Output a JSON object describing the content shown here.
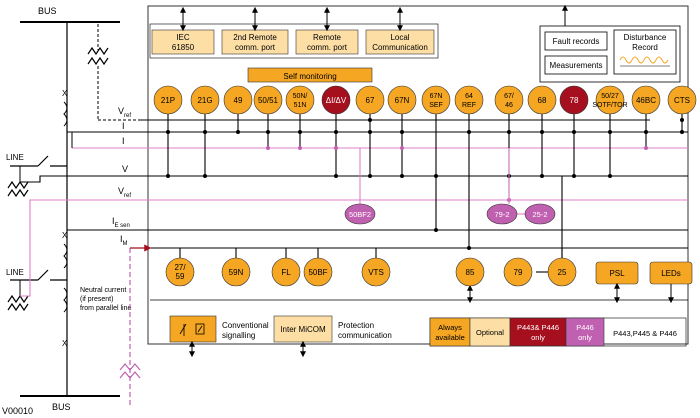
{
  "labels": {
    "bus_top": "BUS",
    "bus_bottom": "BUS",
    "line_1": "LINE",
    "line_2": "LINE",
    "x_mark": "X",
    "v_ref": "V",
    "v_ref_sub": "ref",
    "i": "I",
    "v": "V",
    "ie_sen": "I",
    "ie_sen_sub": "E sen",
    "im": "I",
    "im_sub": "M",
    "neutral_1": "Neutral current",
    "neutral_2": "(if present)",
    "neutral_3": "from parallel line",
    "figure_id": "V00010"
  },
  "comm_boxes": [
    {
      "lines": [
        "IEC",
        "61850"
      ]
    },
    {
      "lines": [
        "2nd Remote",
        "comm. port"
      ]
    },
    {
      "lines": [
        "Remote",
        "comm. port"
      ]
    },
    {
      "lines": [
        "Local",
        "Communication"
      ]
    }
  ],
  "self_monitoring": "Self monitoring",
  "top_right_boxes": {
    "fault_records": "Fault records",
    "measurements": "Measurements",
    "disturbance_1": "Disturbance",
    "disturbance_2": "Record"
  },
  "top_functions": [
    {
      "lines": [
        "21P"
      ],
      "color": "#F5A623"
    },
    {
      "lines": [
        "21G"
      ],
      "color": "#F5A623"
    },
    {
      "lines": [
        "49"
      ],
      "color": "#F5A623"
    },
    {
      "lines": [
        "50/51"
      ],
      "color": "#F5A623"
    },
    {
      "lines": [
        "50N/",
        "51N"
      ],
      "color": "#F5A623"
    },
    {
      "lines": [
        "ΔI/ΔV"
      ],
      "color": "#A50F1E"
    },
    {
      "lines": [
        "67"
      ],
      "color": "#F5A623"
    },
    {
      "lines": [
        "67N"
      ],
      "color": "#F5A623"
    },
    {
      "lines": [
        "67N",
        "SEF"
      ],
      "color": "#F5A623"
    },
    {
      "lines": [
        "64",
        "REF"
      ],
      "color": "#F5A623"
    },
    {
      "lines": [
        "67/",
        "46"
      ],
      "color": "#F5A623"
    },
    {
      "lines": [
        "68"
      ],
      "color": "#F5A623"
    },
    {
      "lines": [
        "78"
      ],
      "color": "#A50F1E"
    },
    {
      "lines": [
        "50/27",
        "SOTF/TOR"
      ],
      "color": "#F5A623"
    },
    {
      "lines": [
        "46BC"
      ],
      "color": "#F5A623"
    },
    {
      "lines": [
        "CTS"
      ],
      "color": "#F5A623"
    }
  ],
  "mid_functions": [
    {
      "label": "50BF2",
      "color": "#C060B0"
    },
    {
      "label": "79-2",
      "color": "#C060B0"
    },
    {
      "label": "25-2",
      "color": "#C060B0"
    }
  ],
  "bottom_functions": [
    {
      "lines": [
        "27/",
        "59"
      ]
    },
    {
      "lines": [
        "59N"
      ]
    },
    {
      "lines": [
        "FL"
      ]
    },
    {
      "lines": [
        "50BF"
      ]
    },
    {
      "lines": [
        "VTS"
      ]
    },
    {
      "lines": [
        "85"
      ]
    },
    {
      "lines": [
        "79"
      ]
    },
    {
      "lines": [
        "25"
      ]
    }
  ],
  "output_boxes": {
    "psl": "PSL",
    "leds": "LEDs"
  },
  "legend_bottom": {
    "conventional_1": "Conventional",
    "conventional_2": "signalling",
    "inter_micom": "Inter MiCOM",
    "protection_1": "Protection",
    "protection_2": "communication",
    "always_1": "Always",
    "always_2": "available",
    "optional": "Optional",
    "p443_1": "P443& P446",
    "p443_2": "only",
    "p446_1": "P446",
    "p446_2": "only",
    "models": "P443,P445 & P446"
  },
  "colors": {
    "orange": "#F5A623",
    "light_orange": "#FDDFA6",
    "dark_red": "#A50F1E",
    "pink": "#C060B0",
    "pink_line": "#E080C8",
    "line": "#000000"
  }
}
